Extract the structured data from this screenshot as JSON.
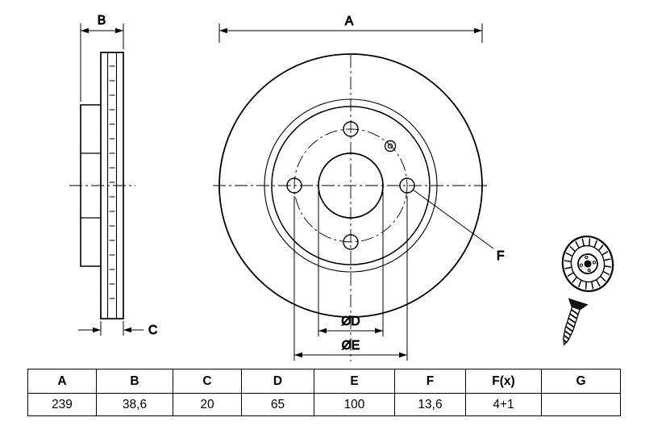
{
  "drawing": {
    "labels": {
      "dim_a": "A",
      "dim_b": "B",
      "dim_c": "C",
      "dim_d": "ØD",
      "dim_e": "ØE",
      "leader_f": "F"
    },
    "icons": [
      "brake-disc-icon",
      "screw-icon"
    ]
  },
  "table": {
    "headers": [
      "A",
      "B",
      "C",
      "D",
      "E",
      "F",
      "F(x)",
      "G"
    ],
    "values": [
      "239",
      "38,6",
      "20",
      "65",
      "100",
      "13,6",
      "4+1",
      ""
    ]
  },
  "colors": {
    "line": "#000000",
    "background": "#ffffff"
  }
}
